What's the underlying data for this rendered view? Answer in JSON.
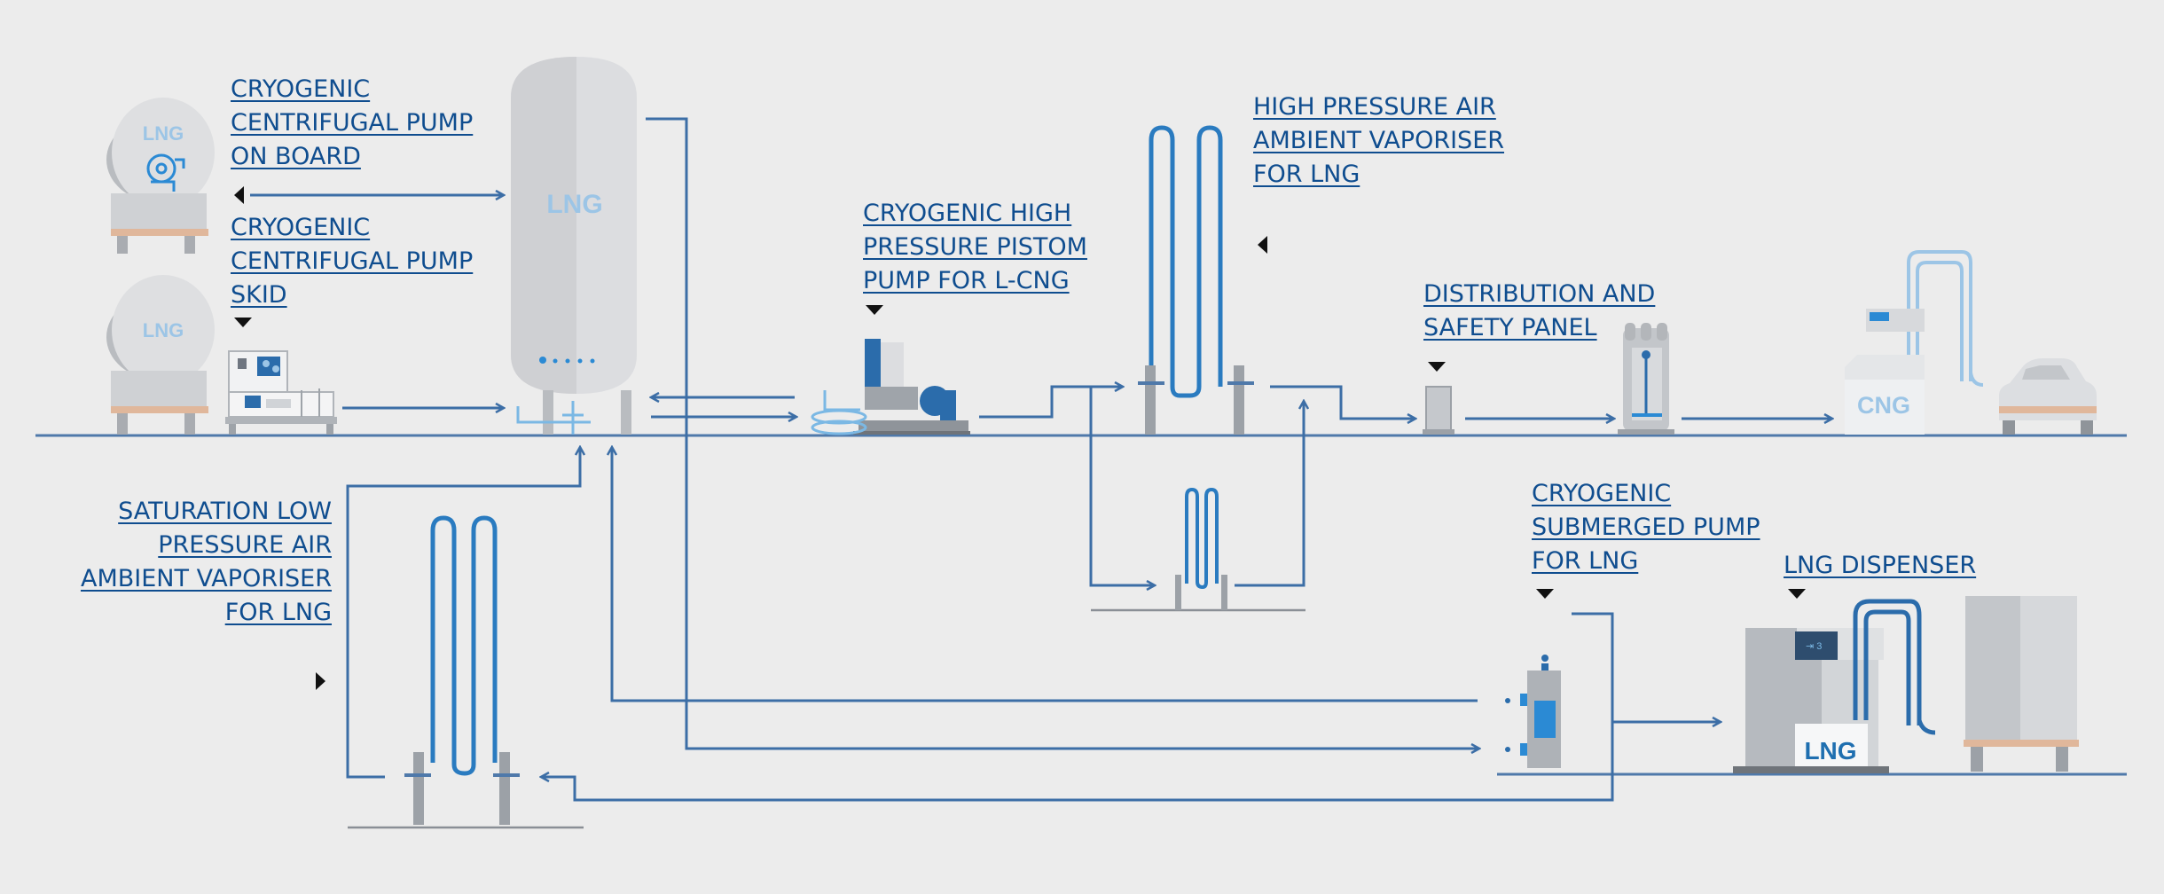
{
  "labels": {
    "cryo_centrifugal_onboard": [
      "CRYOGENIC",
      "CENTRIFUGAL PUMP",
      "ON BOARD"
    ],
    "cryo_centrifugal_skid": [
      "CRYOGENIC",
      "CENTRIFUGAL PUMP",
      "SKID"
    ],
    "cryo_high_pressure_piston": [
      "CRYOGENIC HIGH",
      "PRESSURE PISTOM",
      "PUMP FOR L-CNG"
    ],
    "high_pressure_vaporiser": [
      "HIGH PRESSURE AIR",
      "AMBIENT VAPORISER",
      "FOR LNG"
    ],
    "distribution_panel": [
      "DISTRIBUTION AND",
      "SAFETY PANEL"
    ],
    "saturation_vaporiser": [
      "SATURATION LOW",
      "PRESSURE AIR",
      "AMBIENT VAPORISER",
      "FOR LNG"
    ],
    "submerged_pump": [
      "CRYOGENIC",
      "SUBMERGED PUMP",
      "FOR LNG"
    ],
    "lng_dispenser": [
      "LNG DISPENSER"
    ]
  },
  "equipment_text": {
    "onboard_tank": "LNG",
    "skid_tank": "LNG",
    "storage_tank": "LNG",
    "cng_dispenser": "CNG",
    "lng_dispenser": "LNG"
  },
  "colors": {
    "background": "#ececec",
    "pipe": "#3c6ea6",
    "coil": "#2a7bc0",
    "label": "#0f4d8f",
    "accent": "#2b8ad4",
    "equipment": "#d7d8da"
  }
}
